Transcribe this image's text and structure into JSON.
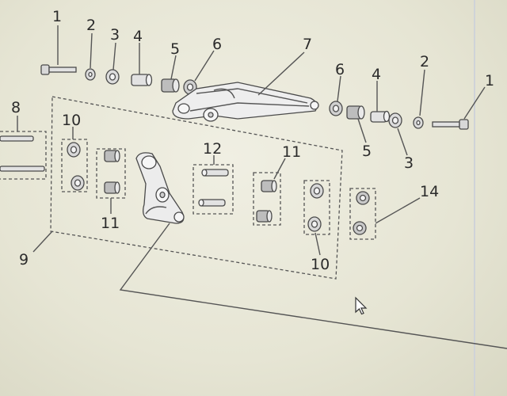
{
  "diagram": {
    "callouts": {
      "c1a": "1",
      "c2a": "2",
      "c3a": "3",
      "c4a": "4",
      "c5a": "5",
      "c6a": "6",
      "c7": "7",
      "c6b": "6",
      "c4b": "4",
      "c2b": "2",
      "c1b": "1",
      "c5b": "5",
      "c3b": "3",
      "c8": "8",
      "c9": "9",
      "c10a": "10",
      "c11a": "11",
      "c12": "12",
      "c11b": "11",
      "c10b": "10",
      "c14": "14"
    }
  }
}
